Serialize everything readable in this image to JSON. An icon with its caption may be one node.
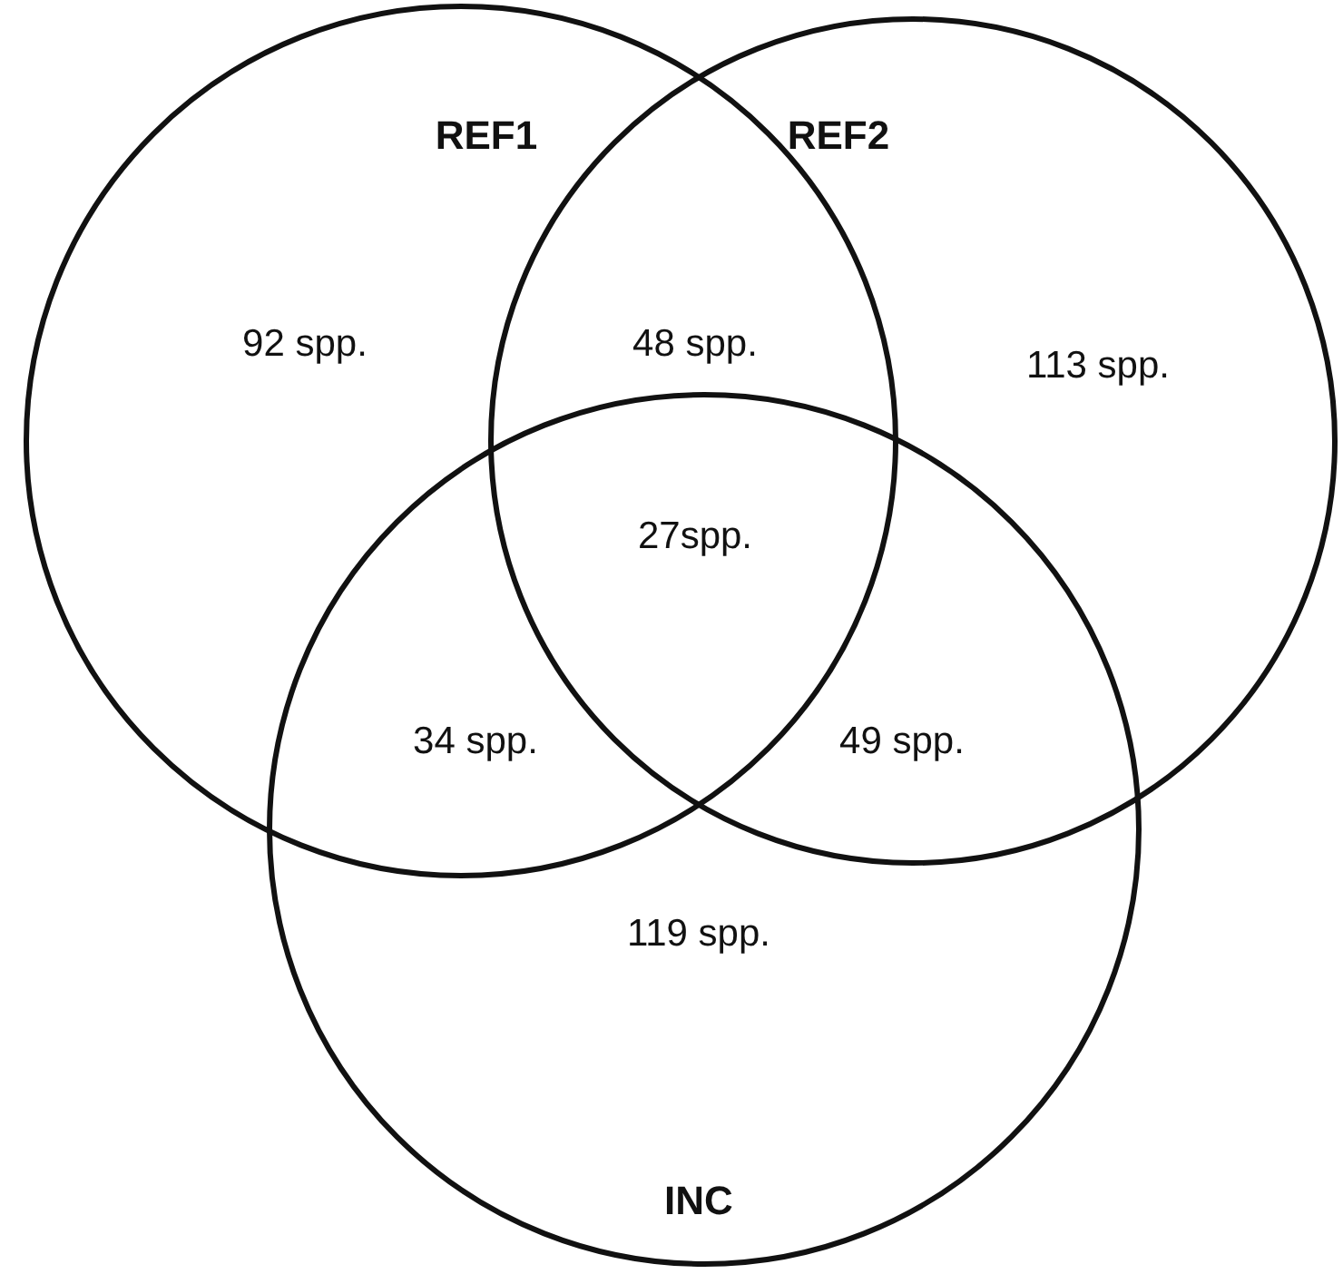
{
  "diagram": {
    "nodes": [
      {
        "text": [
          "REF1"
        ]
      },
      {
        "text": [
          "REF2"
        ]
      },
      {
        "text": [
          "INC"
        ]
      }
    ],
    "labels": [
      "92 spp.",
      "48 spp.",
      "113 spp.",
      "27spp.",
      "34 spp.",
      "49 spp.",
      "119 spp."
    ]
  }
}
